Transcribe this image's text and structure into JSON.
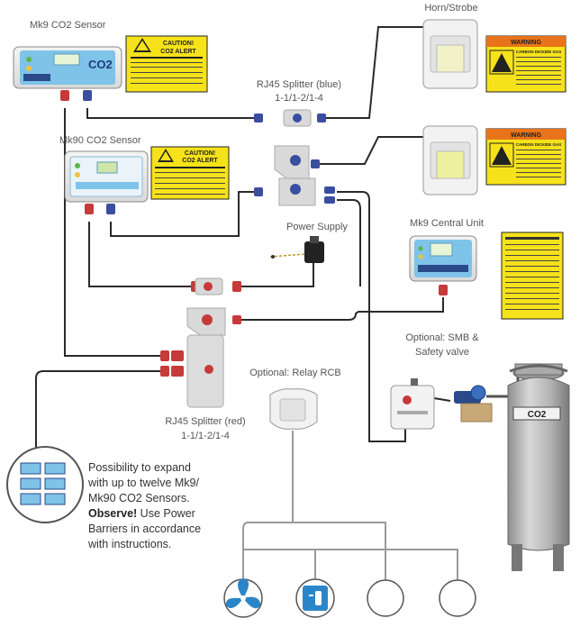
{
  "labels": {
    "mk9_sensor": "Mk9 CO2 Sensor",
    "horn_strobe": "Horn/Strobe",
    "splitter_blue_l1": "RJ45 Splitter (blue)",
    "splitter_blue_l2": "1-1/1-2/1-4",
    "mk90_sensor": "Mk90 CO2 Sensor",
    "power_supply": "Power Supply",
    "central_unit": "Mk9 Central Unit",
    "smb_l1": "Optional: SMB &",
    "smb_l2": "Safety valve",
    "relay": "Optional: Relay RCB",
    "splitter_red_l1": "RJ45 Splitter (red)",
    "splitter_red_l2": "1-1/1-2/1-4",
    "cylinder": "CO2",
    "co2_badge": "CO2"
  },
  "note": {
    "line1": "Possibility to expand",
    "line2": "with up to twelve Mk9/",
    "line3": "Mk90 CO2 Sensors.",
    "observe": "Observe!",
    "line4": " Use Power",
    "line5": "Barriers in accordance",
    "line6": "with instructions."
  },
  "signs": {
    "caution_title": "CAUTION!",
    "caution_sub": "CO2 ALERT",
    "warning_title": "WARNING",
    "warning_sub": "CARBON DIOXIDE GAS"
  },
  "colors": {
    "cable": "#2a2a2a",
    "cable_grey": "#9a9a9a",
    "sign_yellow": "#f6e21a",
    "sign_orange": "#e8731a",
    "blue_connector": "#3a4ea0",
    "red_connector": "#c63a3a",
    "device_screen": "#7fc3e8",
    "fan_blue": "#2b86c9"
  },
  "icons": [
    "fan-icon",
    "fire-extinguisher-icon",
    "relay-output-circle"
  ]
}
